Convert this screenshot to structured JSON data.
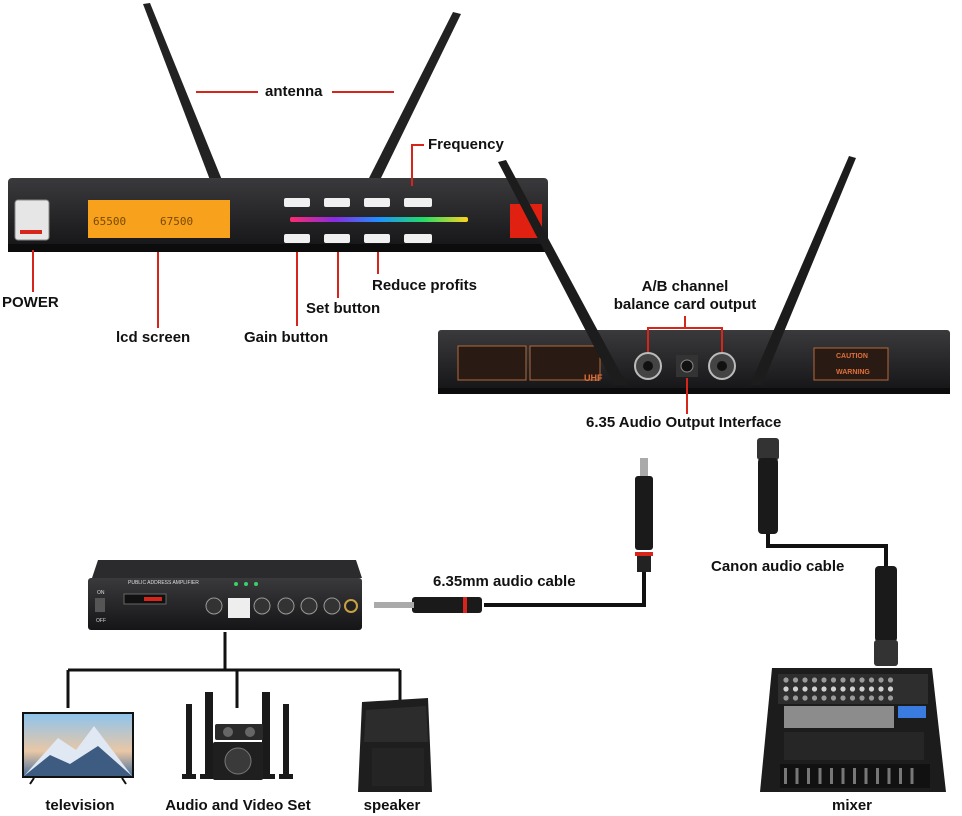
{
  "labels": {
    "antenna": "antenna",
    "frequency": "Frequency",
    "power": "POWER",
    "lcd_screen": "lcd screen",
    "gain_button": "Gain button",
    "set_button": "Set button",
    "reduce_profits": "Reduce profits",
    "ab_channel_line1": "A/B channel",
    "ab_channel_line2": "balance card output",
    "audio_output_interface": "6.35 Audio Output Interface",
    "audio_cable": "6.35mm audio cable",
    "canon_cable": "Canon audio cable",
    "television": "television",
    "audio_video_set": "Audio and Video Set",
    "speaker": "speaker",
    "mixer": "mixer"
  },
  "front_panel": {
    "lcd_left": "65500",
    "lcd_right": "67500"
  },
  "amplifier": {
    "title": "PUBLIC ADDRESS AMPLIFIER",
    "switch_on": "ON",
    "switch_off": "OFF"
  },
  "rear_panel": {
    "uhf": "UHF",
    "caution": "CAUTION",
    "warning": "WARNING"
  },
  "colors": {
    "pointer_line": "#d6261c",
    "device_body": "#1c1c1e",
    "lcd": "#f7a11c",
    "connector_line": "#111111"
  }
}
